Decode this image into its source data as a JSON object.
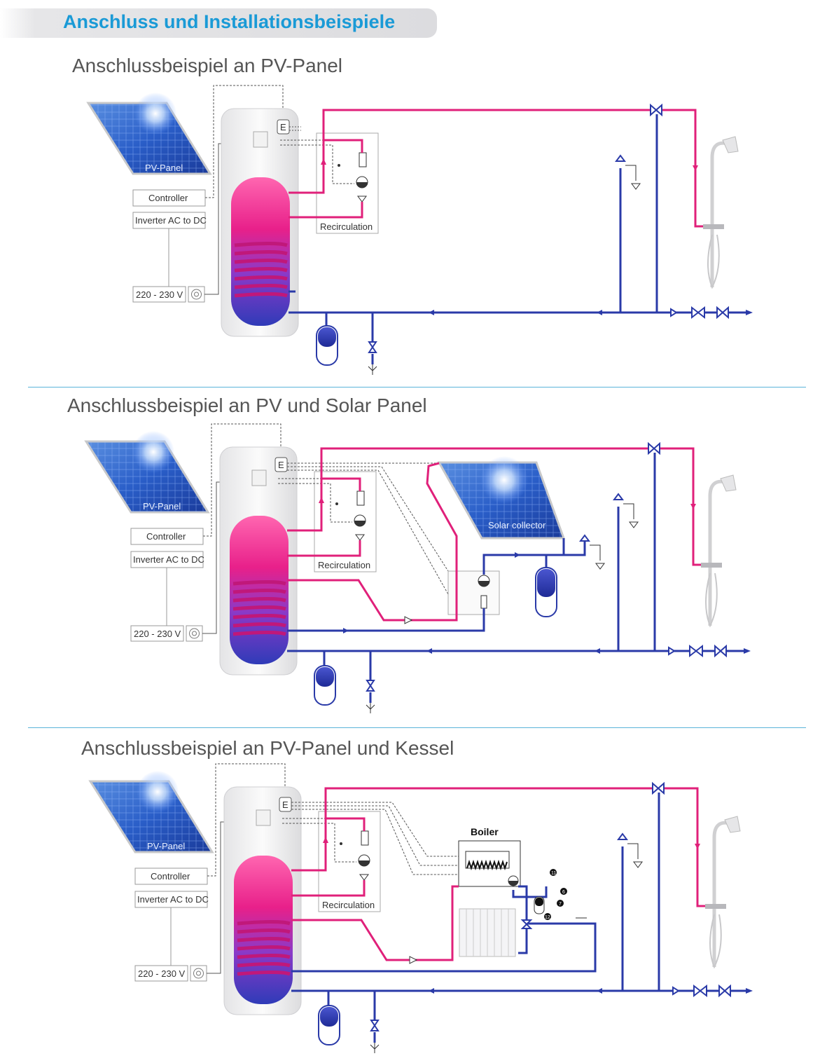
{
  "header": {
    "title": "Anschluss und Installationsbeispiele"
  },
  "sections": [
    {
      "title": "Anschlussbeispiel an PV-Panel",
      "labels": {
        "pv_panel": "PV-Panel",
        "controller": "Controller",
        "inverter": "Inverter AC to DC",
        "voltage": "220 - 230 V",
        "recirculation": "Recirculation",
        "e_box": "E"
      }
    },
    {
      "title": "Anschlussbeispiel  an PV und Solar Panel",
      "labels": {
        "pv_panel": "PV-Panel",
        "controller": "Controller",
        "inverter": "Inverter AC to DC",
        "voltage": "220 - 230 V",
        "recirculation": "Recirculation",
        "e_box": "E",
        "solar_collector": "Solar collector"
      }
    },
    {
      "title": "Anschlussbeispiel an PV-Panel und Kessel",
      "labels": {
        "pv_panel": "PV-Panel",
        "controller": "Controller",
        "inverter": "Inverter AC to DC",
        "voltage": "220 - 230 V",
        "recirculation": "Recirculation",
        "e_box": "E",
        "boiler": "Boiler",
        "marker_11": "11",
        "marker_6": "6",
        "marker_7": "7",
        "marker_12": "12"
      }
    }
  ],
  "colors": {
    "hot_pipe": "#e0207a",
    "cold_pipe": "#2a3aa8",
    "accent": "#1a9ad6",
    "divider": "#5ab4d9"
  }
}
